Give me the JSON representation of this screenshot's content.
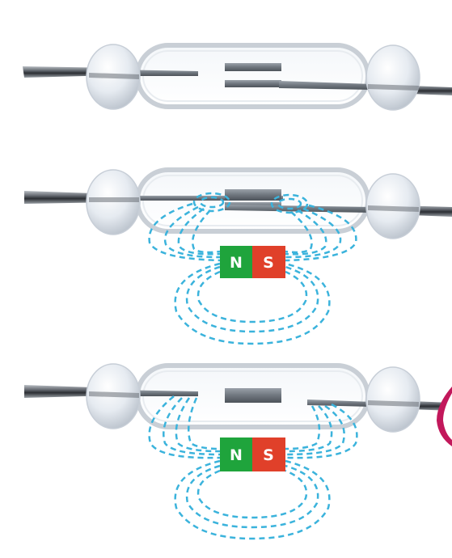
{
  "diagram": {
    "subject": "reed-switch",
    "panels": [
      {
        "id": "panel-1",
        "state": "open",
        "has_magnet": false
      },
      {
        "id": "panel-2",
        "state": "closed",
        "has_magnet": true,
        "magnet": {
          "north_label": "N",
          "south_label": "S"
        }
      },
      {
        "id": "panel-3",
        "state": "open",
        "has_magnet": true,
        "magnet": {
          "north_label": "N",
          "south_label": "S"
        }
      }
    ]
  },
  "colors": {
    "north": "#1fa43c",
    "south": "#e0402a",
    "field_lines": "#3bb3dc",
    "glass_outline": "#c9cfd6",
    "bead": "#e3e8ef",
    "lead_wire": "#5c6066",
    "reed": "#7f8790",
    "edge_accent": "#c2185b"
  }
}
